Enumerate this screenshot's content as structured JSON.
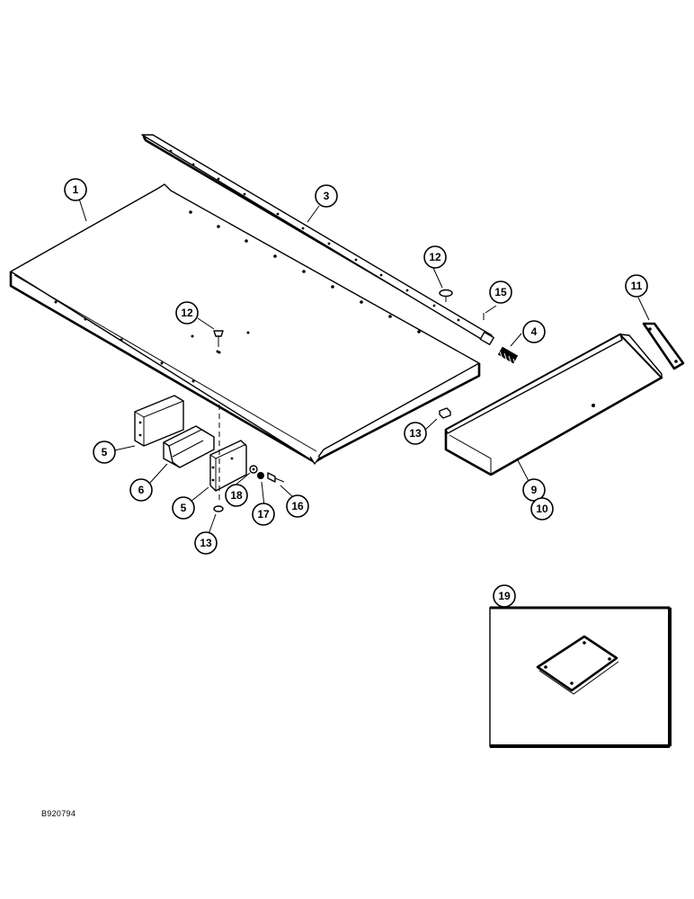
{
  "callouts": {
    "c1": "1",
    "c3": "3",
    "c4": "4",
    "c5a": "5",
    "c5b": "5",
    "c6": "6",
    "c9": "9",
    "c10": "10",
    "c11": "11",
    "c12a": "12",
    "c12b": "12",
    "c13a": "13",
    "c13b": "13",
    "c15": "15",
    "c16": "16",
    "c17": "17",
    "c18": "18",
    "c19": "19"
  },
  "reference_code": "B920794"
}
